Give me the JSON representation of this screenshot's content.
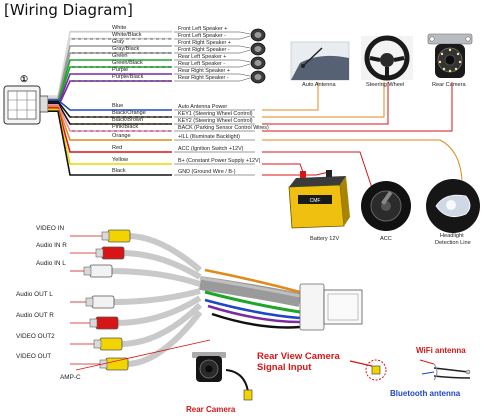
{
  "title": "[Wiring Diagram]",
  "connector_number": "①",
  "colors": {
    "red": "#d71515",
    "blue": "#1d46c8",
    "orange": "#e08a1a",
    "yellow": "#f2d400",
    "green": "#1fa52a",
    "purple": "#7b2aa0",
    "gray": "#9a9a9a",
    "black": "#111111"
  },
  "wires": [
    {
      "color": "White",
      "function": "Front Left Speaker +",
      "wire_hex": "#d8d8d8",
      "stripe": "",
      "speaker": true
    },
    {
      "color": "White/Black",
      "function": "Front Left Speaker -",
      "wire_hex": "#d8d8d8",
      "stripe": "#111111",
      "speaker": false
    },
    {
      "color": "Gray",
      "function": "Front Right Speaker +",
      "wire_hex": "#9a9a9a",
      "stripe": "",
      "speaker": true
    },
    {
      "color": "Gray/Black",
      "function": "Front Right Speaker -",
      "wire_hex": "#9a9a9a",
      "stripe": "#111111",
      "speaker": false
    },
    {
      "color": "Green",
      "function": "Rear Left Speaker +",
      "wire_hex": "#1fa52a",
      "stripe": "",
      "speaker": true
    },
    {
      "color": "Green/Black",
      "function": "Rear Left Speaker -",
      "wire_hex": "#1fa52a",
      "stripe": "#111111",
      "speaker": false
    },
    {
      "color": "Purple",
      "function": "Rear Right Speaker +",
      "wire_hex": "#7b2aa0",
      "stripe": "",
      "speaker": true
    },
    {
      "color": "Purple/Black",
      "function": "Rear Right Speaker -",
      "wire_hex": "#7b2aa0",
      "stripe": "#111111",
      "speaker": false
    },
    {
      "color": "Blue",
      "function": "Auto Antenna Power",
      "wire_hex": "#1d46c8",
      "stripe": "",
      "speaker": false
    },
    {
      "color": "Black/Orange",
      "function": "KEY1 (Steering Wheel Control)",
      "wire_hex": "#111111",
      "stripe": "#e08a1a",
      "speaker": false
    },
    {
      "color": "Black/Brown",
      "function": "KEY2 (Steering Wheel Control)",
      "wire_hex": "#111111",
      "stripe": "#7a4a1a",
      "speaker": false
    },
    {
      "color": "Pink/Black",
      "function": "BACK (Parking Sensor Control Wires)",
      "wire_hex": "#f08ab0",
      "stripe": "#111111",
      "speaker": false
    },
    {
      "color": "Orange",
      "function": "+ILL (Illuminate Backlight)",
      "wire_hex": "#e08a1a",
      "stripe": "",
      "speaker": false
    },
    {
      "color": "Red",
      "function": "ACC (Ignition Switch +12V)",
      "wire_hex": "#d71515",
      "stripe": "",
      "speaker": false
    },
    {
      "color": "Yellow",
      "function": "B+ (Constant Power Supply +12V)",
      "wire_hex": "#f2d400",
      "stripe": "",
      "speaker": false
    },
    {
      "color": "Black",
      "function": "GND (Ground Wire / B-)",
      "wire_hex": "#111111",
      "stripe": "",
      "speaker": false
    }
  ],
  "components": {
    "auto_antenna": "Auto Antenna",
    "steering_wheel": "Steering Wheel",
    "rear_camera_top": "Rear Camera",
    "battery": "Battery 12V",
    "acc": "ACC",
    "headlight_line1": "Headlight",
    "headlight_line2": "Detection Line"
  },
  "av_connectors": [
    {
      "label": "VIDEO IN",
      "plug_hex": "#f2d400"
    },
    {
      "label": "Audio IN R",
      "plug_hex": "#d71515"
    },
    {
      "label": "Audio IN L",
      "plug_hex": "#f2f2f2"
    },
    {
      "label": "Audio OUT L",
      "plug_hex": "#f2f2f2"
    },
    {
      "label": "Audio OUT R",
      "plug_hex": "#d71515"
    },
    {
      "label": "VIDEO OUT2",
      "plug_hex": "#f2d400"
    },
    {
      "label": "VIDEO OUT",
      "plug_hex": "#f2d400"
    }
  ],
  "amp_c": "AMP-C",
  "rear_view_line1": "Rear View Camera",
  "rear_view_line2": "Signal Input",
  "rear_camera_bottom": "Rear Camera",
  "wifi_antenna": "WiFi antenna",
  "bluetooth_antenna": "Bluetooth antenna"
}
